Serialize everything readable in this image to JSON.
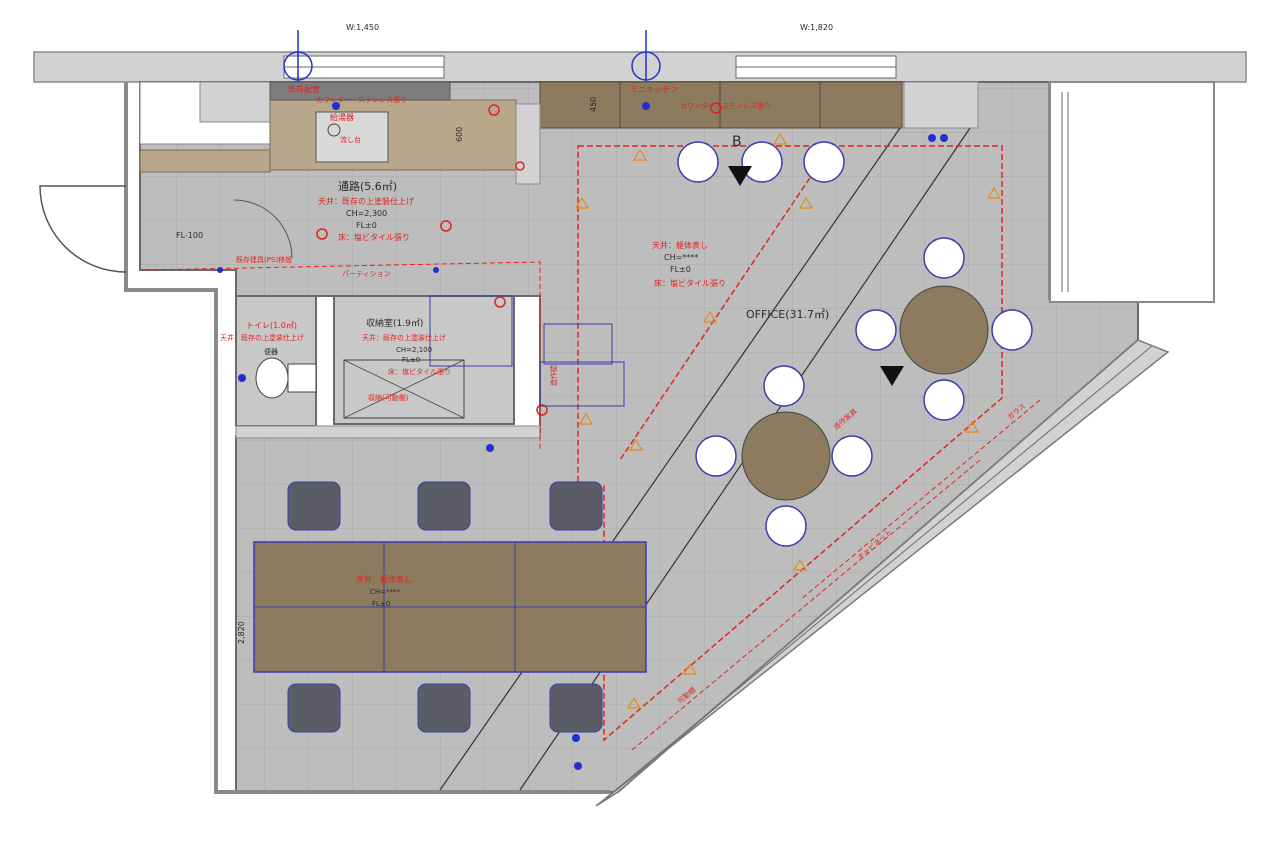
{
  "rooms": {
    "corridor": {
      "name": "通路(5.6㎡)",
      "ceiling": "天井：既存の上塗装仕上げ",
      "ch": "CH=2,300",
      "fl": "FL±0",
      "floor": "床：塩ビタイル張り"
    },
    "toilet": {
      "name": "トイレ(1.0㎡)",
      "ceiling": "天井：既存の上塗装仕上げ"
    },
    "storage": {
      "name": "収納室(1.9㎡)",
      "ceiling": "天井：既存の上塗装仕上げ",
      "ch": "CH=2,100",
      "fl": "FL±0",
      "floor": "床：塩ビタイル張り"
    },
    "office": {
      "name": "OFFICE(31.7㎡)",
      "ceiling": "天井：躯体表し",
      "ch": "CH=****",
      "fl": "FL±0",
      "floor": "床：塩ビタイル張り"
    },
    "desk_area": {
      "ceiling": "天井：躯体表し",
      "ch": "CH=****",
      "fl": "FL±0"
    }
  },
  "fixtures": {
    "counter_top": "カウンター・ステンレス張り",
    "shelf_label": "カウンター・ステンレス張り",
    "utility_label": "給湯器",
    "existing_pipe": "既存配管",
    "storage_shelf": "可動棚",
    "kitchen_label": "ミニキッチン",
    "existing_storage": "既存建具(PS)移設",
    "partition_note": "パーティション",
    "sink_label": "流し台",
    "wall_note": "造作壁",
    "storage_fit": "収納(可動棚)",
    "desk_note": "造作家具",
    "toilet_unit": "便器",
    "glass_note": "ガラス",
    "cabinet_note": "キャビネット"
  },
  "dimensions": {
    "d450": "450",
    "d600": "600",
    "fl100": "FL-100",
    "side_dim": "2,820"
  },
  "markers": {
    "marker_b": "B",
    "top_left_dim": "W:1,450",
    "top_right_dim": "W:1,820"
  }
}
